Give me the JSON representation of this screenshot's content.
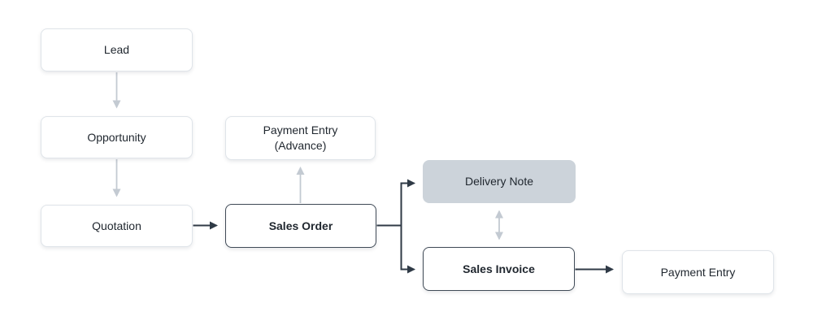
{
  "diagram": {
    "nodes": [
      {
        "id": "lead",
        "label": "Lead",
        "style": "default"
      },
      {
        "id": "opportunity",
        "label": "Opportunity",
        "style": "default"
      },
      {
        "id": "quotation",
        "label": "Quotation",
        "style": "default"
      },
      {
        "id": "payment-entry-advance",
        "label": "Payment Entry\n(Advance)",
        "style": "default"
      },
      {
        "id": "sales-order",
        "label": "Sales Order",
        "style": "emphasis"
      },
      {
        "id": "delivery-note",
        "label": "Delivery Note",
        "style": "filled"
      },
      {
        "id": "sales-invoice",
        "label": "Sales Invoice",
        "style": "emphasis"
      },
      {
        "id": "payment-entry",
        "label": "Payment Entry",
        "style": "default"
      }
    ],
    "edges": [
      {
        "from": "Lead",
        "to": "Opportunity",
        "color": "gray",
        "direction": "down"
      },
      {
        "from": "Opportunity",
        "to": "Quotation",
        "color": "gray",
        "direction": "down"
      },
      {
        "from": "Quotation",
        "to": "Sales Order",
        "color": "dark",
        "direction": "right"
      },
      {
        "from": "Sales Order",
        "to": "Payment Entry (Advance)",
        "color": "gray",
        "direction": "up"
      },
      {
        "from": "Sales Order",
        "to": "Delivery Note",
        "color": "dark",
        "direction": "right"
      },
      {
        "from": "Sales Order",
        "to": "Sales Invoice",
        "color": "dark",
        "direction": "right"
      },
      {
        "from": "Delivery Note",
        "to": "Sales Invoice",
        "color": "gray",
        "direction": "both"
      },
      {
        "from": "Sales Invoice",
        "to": "Payment Entry",
        "color": "dark",
        "direction": "right"
      }
    ],
    "colors": {
      "background": "#ffffff",
      "node_fill": "#ffffff",
      "node_border": "#dfe4e9",
      "emphasis_border": "#404b57",
      "filled_node_fill": "#ccd3da",
      "arrow_gray": "#c3cad2",
      "arrow_dark": "#2f3a46",
      "text": "#1f262e"
    }
  }
}
